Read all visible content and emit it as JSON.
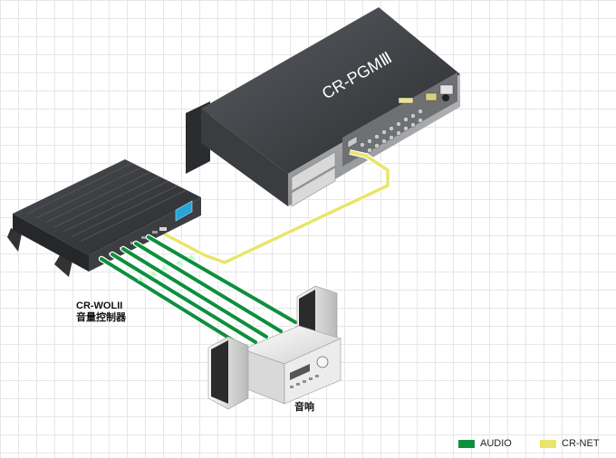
{
  "devices": {
    "pgm": {
      "name": "CR-PGMⅢ"
    },
    "wol": {
      "name": "CR-WOLII",
      "subtitle": "音量控制器"
    },
    "audio": {
      "name": "音响"
    }
  },
  "legend": [
    {
      "label": "AUDIO",
      "color": "#0e8f3e"
    },
    {
      "label": "CR-NET",
      "color": "#e8e56a"
    }
  ],
  "colors": {
    "audio_line": "#0e8f3e",
    "crnet_line": "#e8e56a",
    "device_dark": "#2f3134",
    "device_light": "#f0f0f0"
  }
}
